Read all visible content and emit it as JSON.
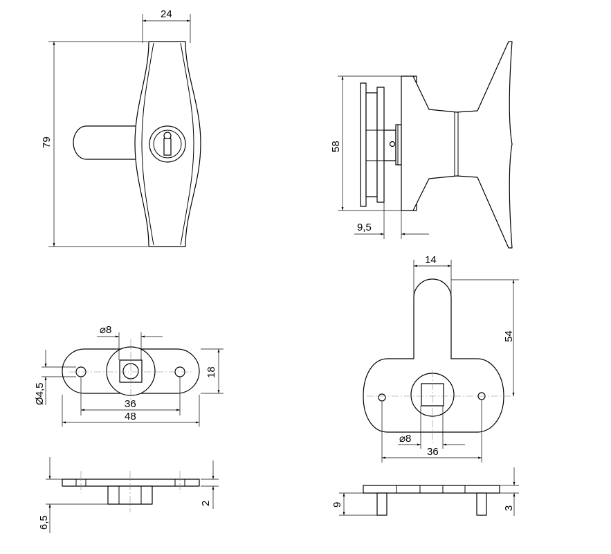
{
  "dimensions": {
    "front_width": "24",
    "front_height": "79",
    "side_height": "58",
    "side_offset": "9,5",
    "plate_hole_dia": "⌀8",
    "plate_fix_hole": "Ø4,5",
    "plate_height": "18",
    "plate_hole_spacing": "36",
    "plate_length": "48",
    "plate_thickness": "2",
    "boss_height": "6,5",
    "rear_handle_width": "14",
    "rear_total_height": "54",
    "rear_hole_dia": "⌀8",
    "rear_hole_spacing": "36",
    "rear_pin_height": "9",
    "rear_plate_thickness": "3"
  },
  "colors": {
    "line": "#000000",
    "centerline": "#888888",
    "background": "#ffffff"
  }
}
